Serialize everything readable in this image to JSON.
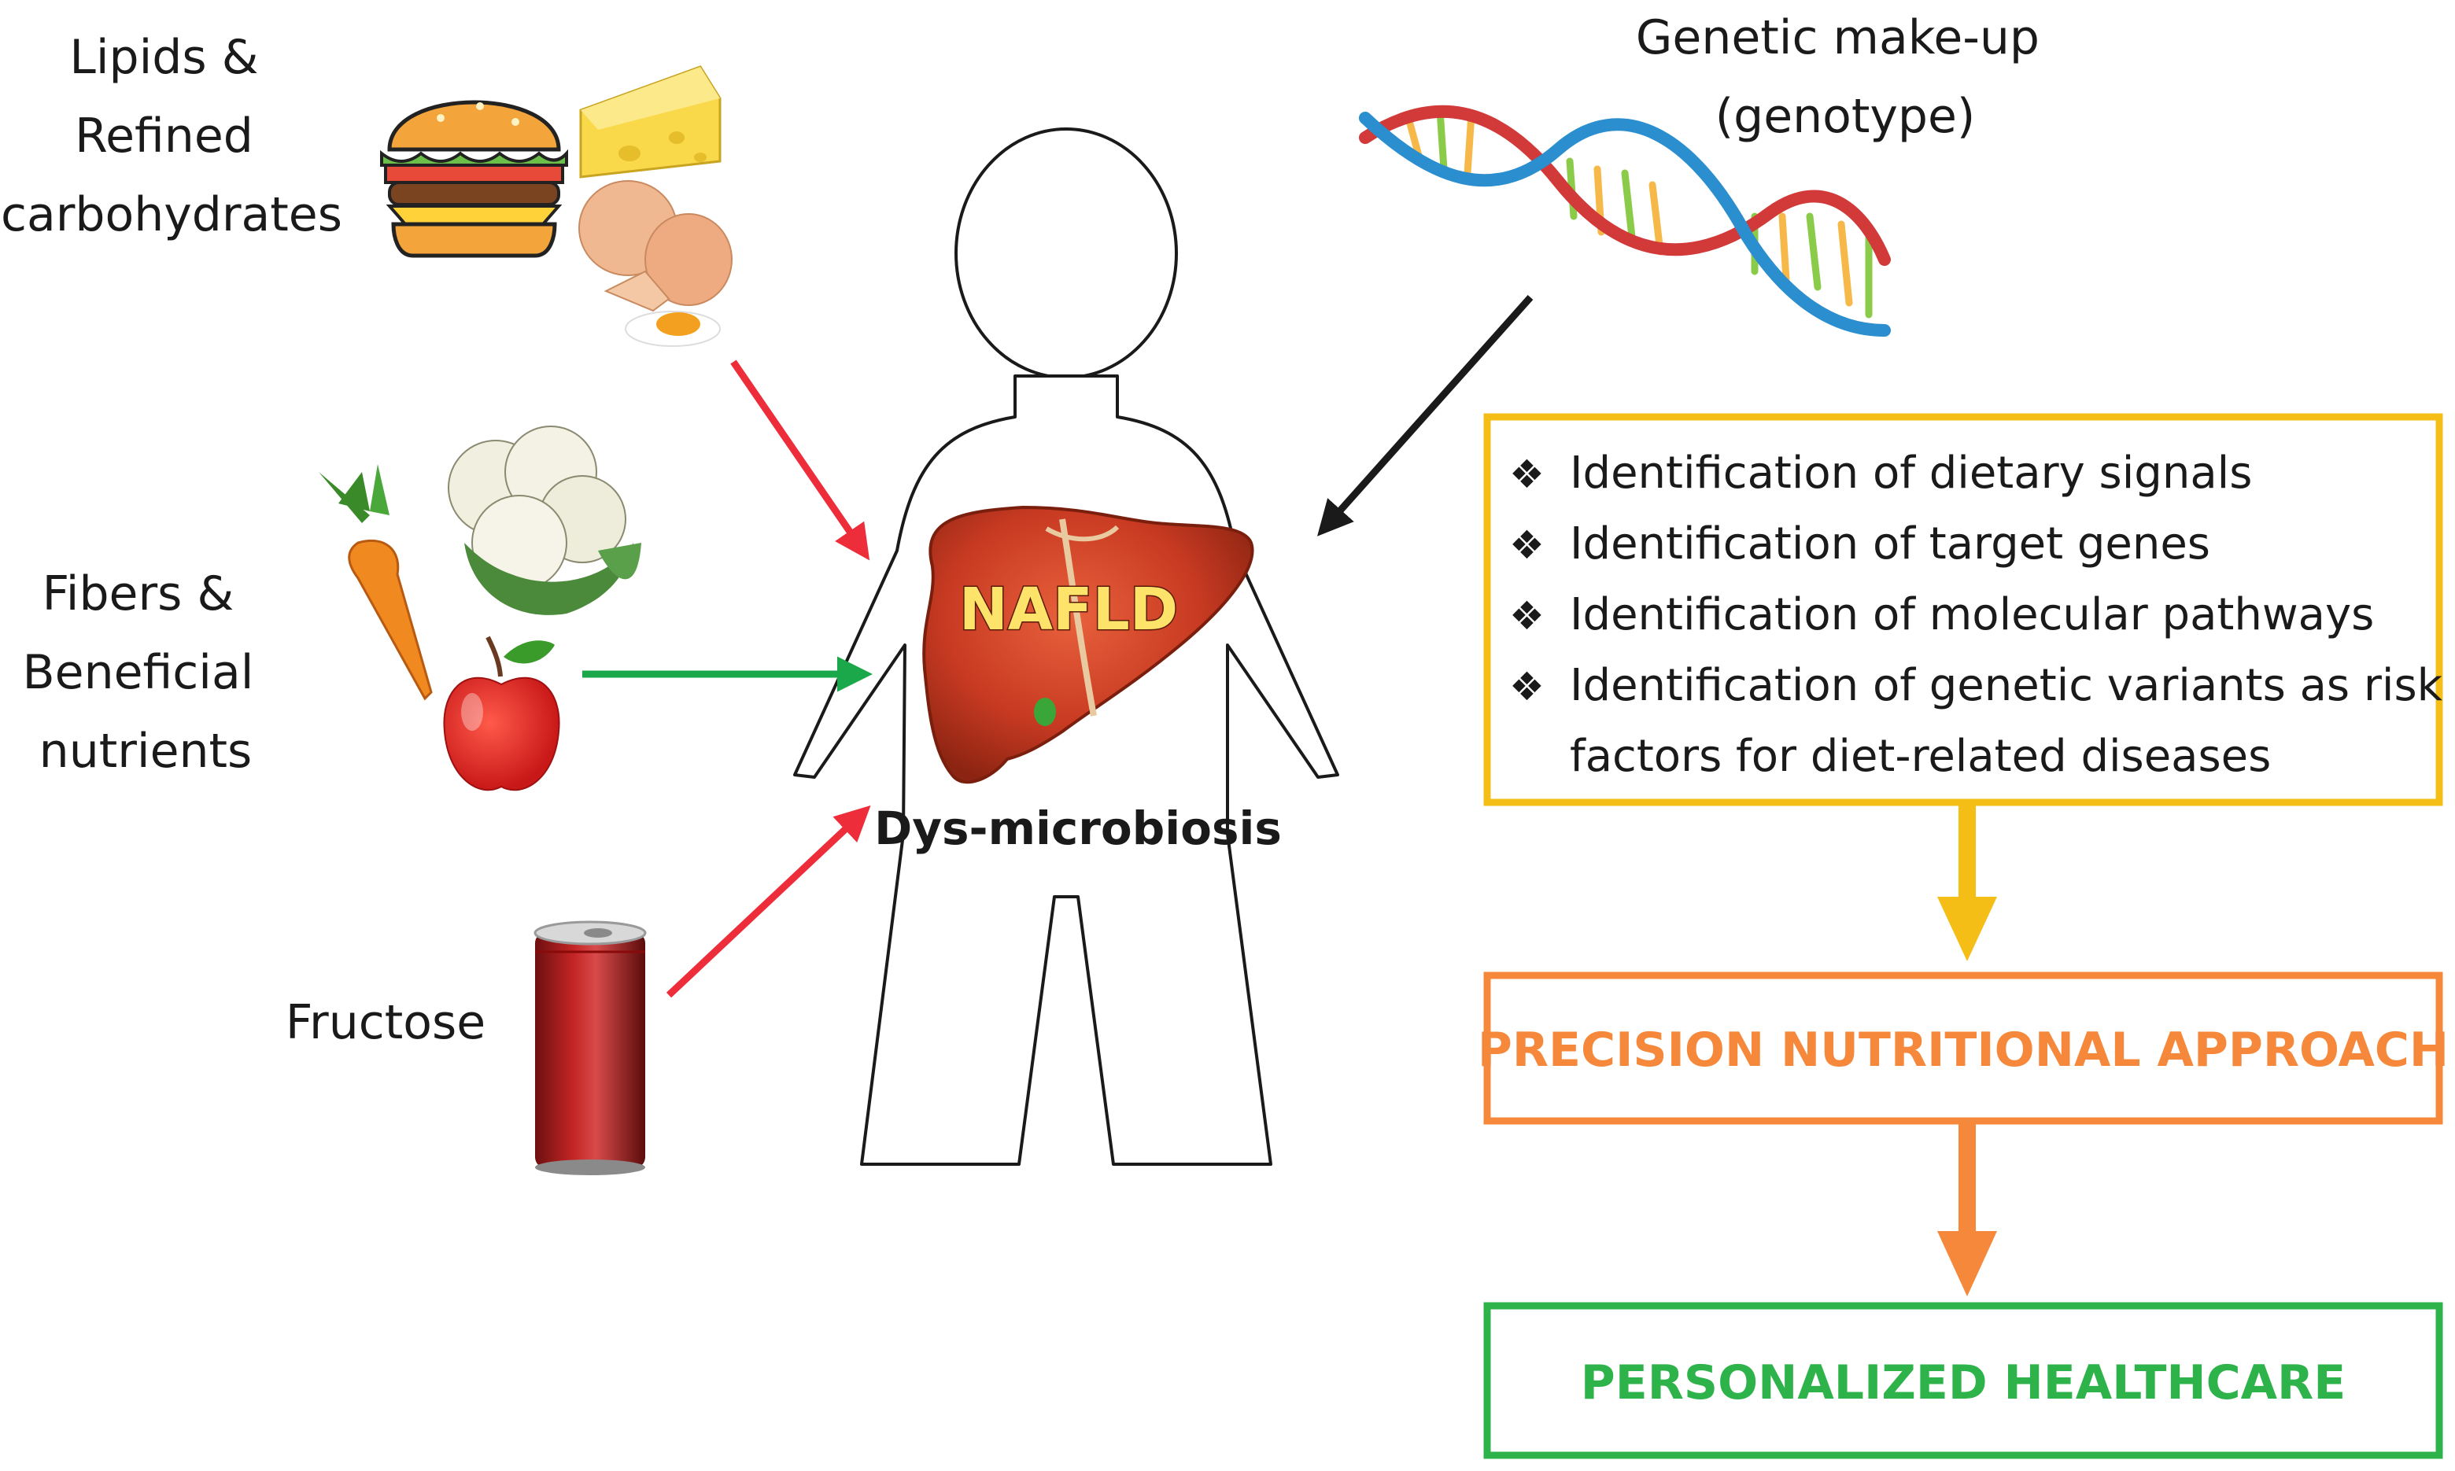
{
  "inputs": {
    "lipids_label": [
      "Lipids &",
      "Refined",
      "carbohydrates"
    ],
    "fibers_label": [
      "Fibers &",
      "Beneficial",
      "nutrients"
    ],
    "fructose_label": "Fructose",
    "genetic_label": [
      "Genetic make-up",
      "(genotype)"
    ]
  },
  "center": {
    "liver_label": "NAFLD",
    "microbiota_label": "Dys-microbiosis"
  },
  "identification_box": {
    "items": [
      "Identification of dietary signals",
      "Identification of target genes",
      "Identification of molecular pathways",
      "Identification of genetic variants as risk"
    ],
    "continuation": "factors for diet-related diseases",
    "bullet_symbol": "❖"
  },
  "precision_box": {
    "label": "PRECISION NUTRITIONAL APPROACH"
  },
  "healthcare_box": {
    "label": "PERSONALIZED HEALTHCARE"
  },
  "colors": {
    "harmful_arrow": "#ee2d3a",
    "beneficial_arrow": "#1aa84b",
    "genetic_arrow": "#1a1a1a",
    "identification_box": "#f5be17",
    "precision_box": "#f5883a",
    "healthcare_box": "#2db34a",
    "liver": "#c83a22",
    "nafld_text": "#fde36a"
  }
}
